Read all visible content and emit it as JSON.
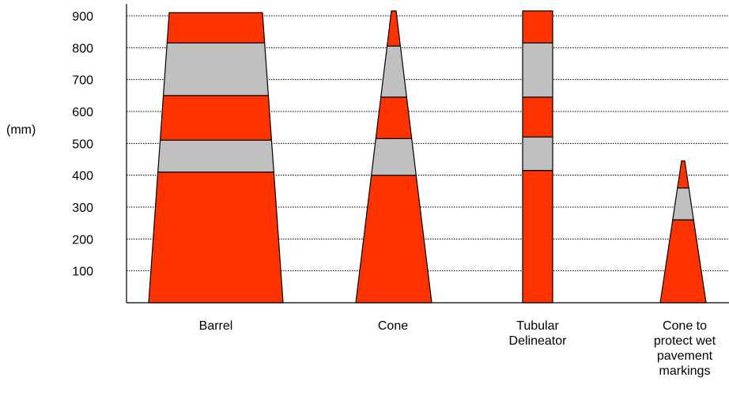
{
  "chart_data": {
    "type": "diagram",
    "title": "",
    "ylabel": "(mm)",
    "ylim": [
      0,
      950
    ],
    "yticks": [
      100,
      200,
      300,
      400,
      500,
      600,
      700,
      800,
      900
    ],
    "grid": "horizontal dotted",
    "colors": {
      "orange": "#ff3300",
      "reflective": "#c0c0c0",
      "outline": "#000000"
    },
    "devices": [
      {
        "name": "Barrel",
        "height": 910,
        "bands": [
          [
            410,
            510
          ],
          [
            650,
            815
          ]
        ]
      },
      {
        "name": "Cone",
        "height": 915,
        "bands": [
          [
            400,
            515
          ],
          [
            645,
            805
          ]
        ]
      },
      {
        "name": "Tubular Delineator",
        "height": 915,
        "bands": [
          [
            415,
            520
          ],
          [
            645,
            815
          ]
        ]
      },
      {
        "name": "Cone to protect wet pavement markings",
        "height": 445,
        "bands": [
          [
            260,
            360
          ]
        ]
      }
    ]
  }
}
